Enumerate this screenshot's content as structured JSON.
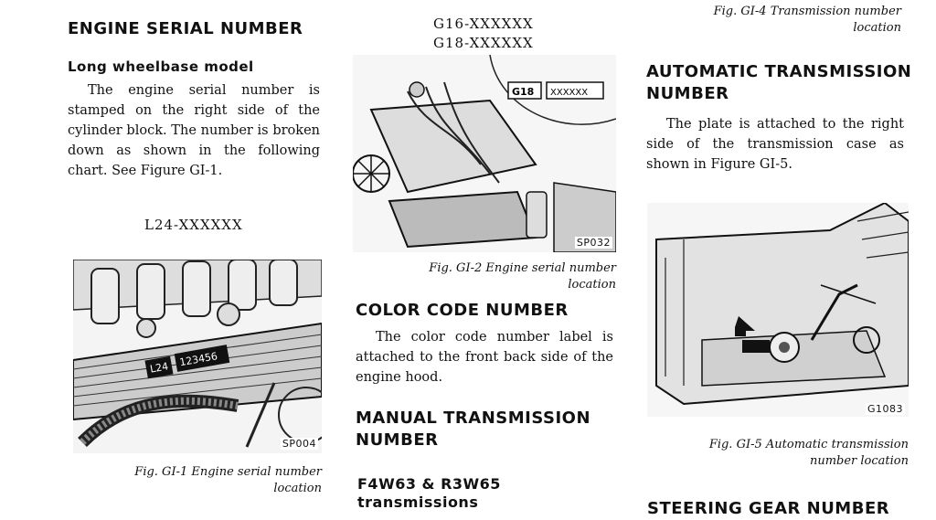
{
  "left": {
    "title": "ENGINE SERIAL NUMBER",
    "subtitle": "Long wheelbase model",
    "paragraph": "The engine serial number is stamped on the right side of the cylinder block. The number is broken down as shown in the following chart. See Figure GI-1.",
    "serial": "L24-XXXXXX",
    "fig_code": "SP004",
    "fig_stamp_a": "L24",
    "fig_stamp_b": "123456",
    "caption_line1": "Fig. GI-1  Engine serial number",
    "caption_line2": "location"
  },
  "middle": {
    "serial1": "G16-XXXXXX",
    "serial2": "G18-XXXXXX",
    "fig_stamp_a": "G18",
    "fig_stamp_b": "XXXXXX",
    "fig_code": "SP032",
    "caption_line1": "Fig. GI-2  Engine serial number",
    "caption_line2": "location",
    "color_title": "COLOR CODE NUMBER",
    "color_paragraph": "The color code number label is attached to the front back side of the engine hood.",
    "manual_title_line1": "MANUAL TRANSMISSION",
    "manual_title_line2": "NUMBER",
    "f4w_title_line1": "F4W63 & R3W65",
    "f4w_title_line2": "transmissions"
  },
  "right": {
    "top_caption_line1": "Fig. GI-4  Transmission number",
    "top_caption_line2": "location",
    "auto_title_line1": "AUTOMATIC TRANSMISSION",
    "auto_title_line2": "NUMBER",
    "auto_paragraph": "The plate is attached to the right side of the transmission case as shown in Figure GI-5.",
    "fig_code": "G1083",
    "caption_line1": "Fig. GI-5  Automatic transmission",
    "caption_line2": "number location",
    "steering_title": "STEERING GEAR NUMBER"
  }
}
